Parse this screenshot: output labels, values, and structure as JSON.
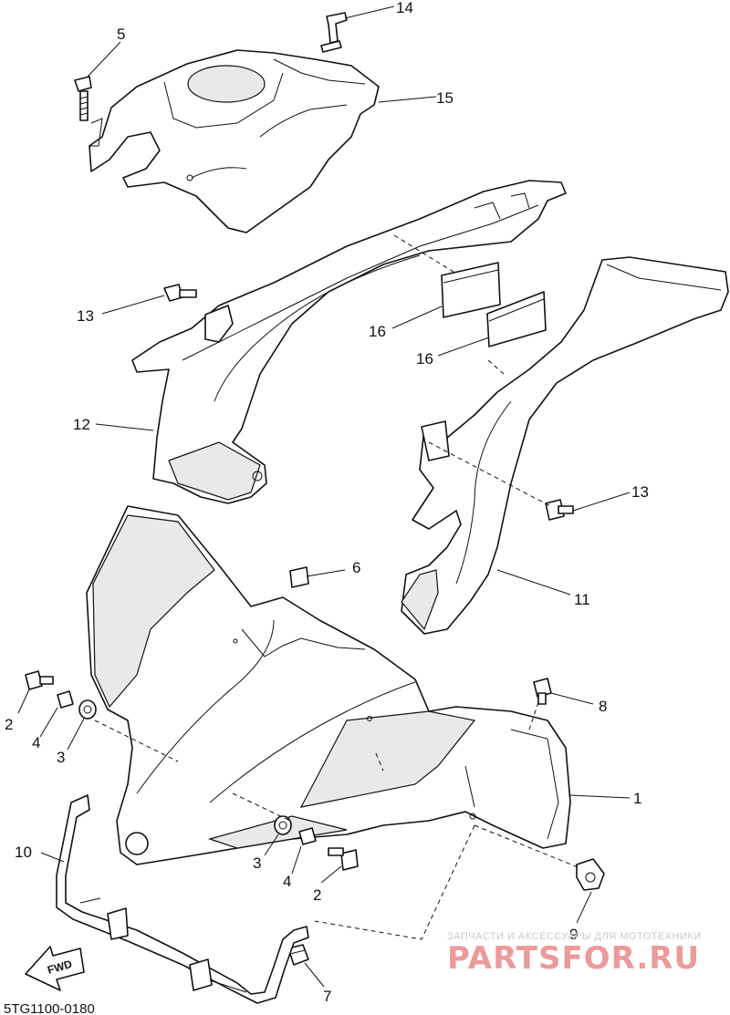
{
  "diagram_code": "5TG1100-0180",
  "callouts": [
    {
      "id": "c1",
      "label": "1"
    },
    {
      "id": "c2a",
      "label": "2"
    },
    {
      "id": "c2b",
      "label": "2"
    },
    {
      "id": "c3a",
      "label": "3"
    },
    {
      "id": "c3b",
      "label": "3"
    },
    {
      "id": "c4a",
      "label": "4"
    },
    {
      "id": "c4b",
      "label": "4"
    },
    {
      "id": "c5",
      "label": "5"
    },
    {
      "id": "c6",
      "label": "6"
    },
    {
      "id": "c7",
      "label": "7"
    },
    {
      "id": "c8",
      "label": "8"
    },
    {
      "id": "c9",
      "label": "9"
    },
    {
      "id": "c10",
      "label": "10"
    },
    {
      "id": "c11",
      "label": "11"
    },
    {
      "id": "c12",
      "label": "12"
    },
    {
      "id": "c13a",
      "label": "13"
    },
    {
      "id": "c13b",
      "label": "13"
    },
    {
      "id": "c14",
      "label": "14"
    },
    {
      "id": "c15",
      "label": "15"
    },
    {
      "id": "c16a",
      "label": "16"
    },
    {
      "id": "c16b",
      "label": "16"
    }
  ],
  "direction_arrow": {
    "label": "FWD"
  },
  "watermark": {
    "tagline": "ЗАПЧАСТИ И АКСЕССУАРЫ ДЛЯ МОТОТЕХНИКИ",
    "brand": "PARTSFOR.RU",
    "color": "#ec9a9a"
  }
}
